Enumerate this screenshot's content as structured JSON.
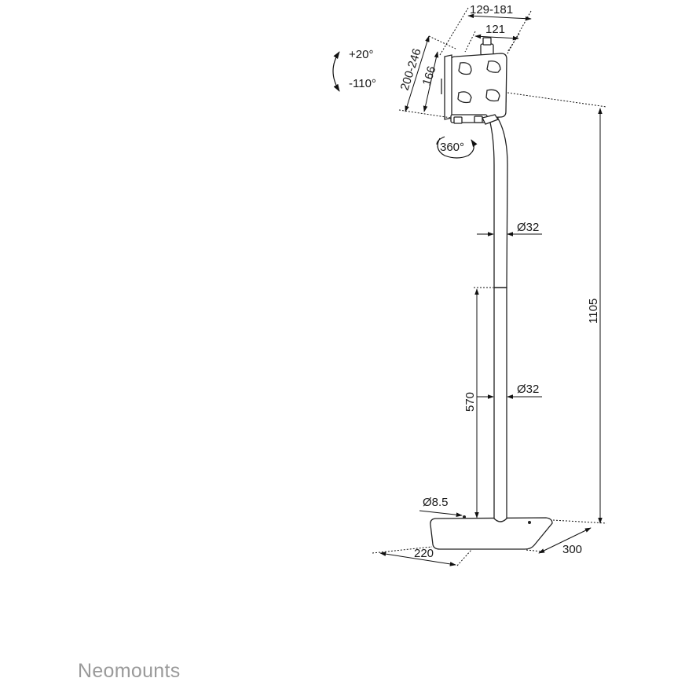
{
  "brand": {
    "name": "Neomounts"
  },
  "dimensions": {
    "clamp_width_range": "129-181",
    "clamp_width_min": "121",
    "clamp_height_range": "200-246",
    "clamp_height_min": "166",
    "tilt_up": "+20°",
    "tilt_down": "-110°",
    "rotation": "360°",
    "upper_pole_diameter": "Ø32",
    "lower_pole_diameter": "Ø32",
    "lower_pole_height": "570",
    "total_height": "1105",
    "screw_hole_diameter": "Ø8.5",
    "base_width": "220",
    "base_depth": "300"
  }
}
